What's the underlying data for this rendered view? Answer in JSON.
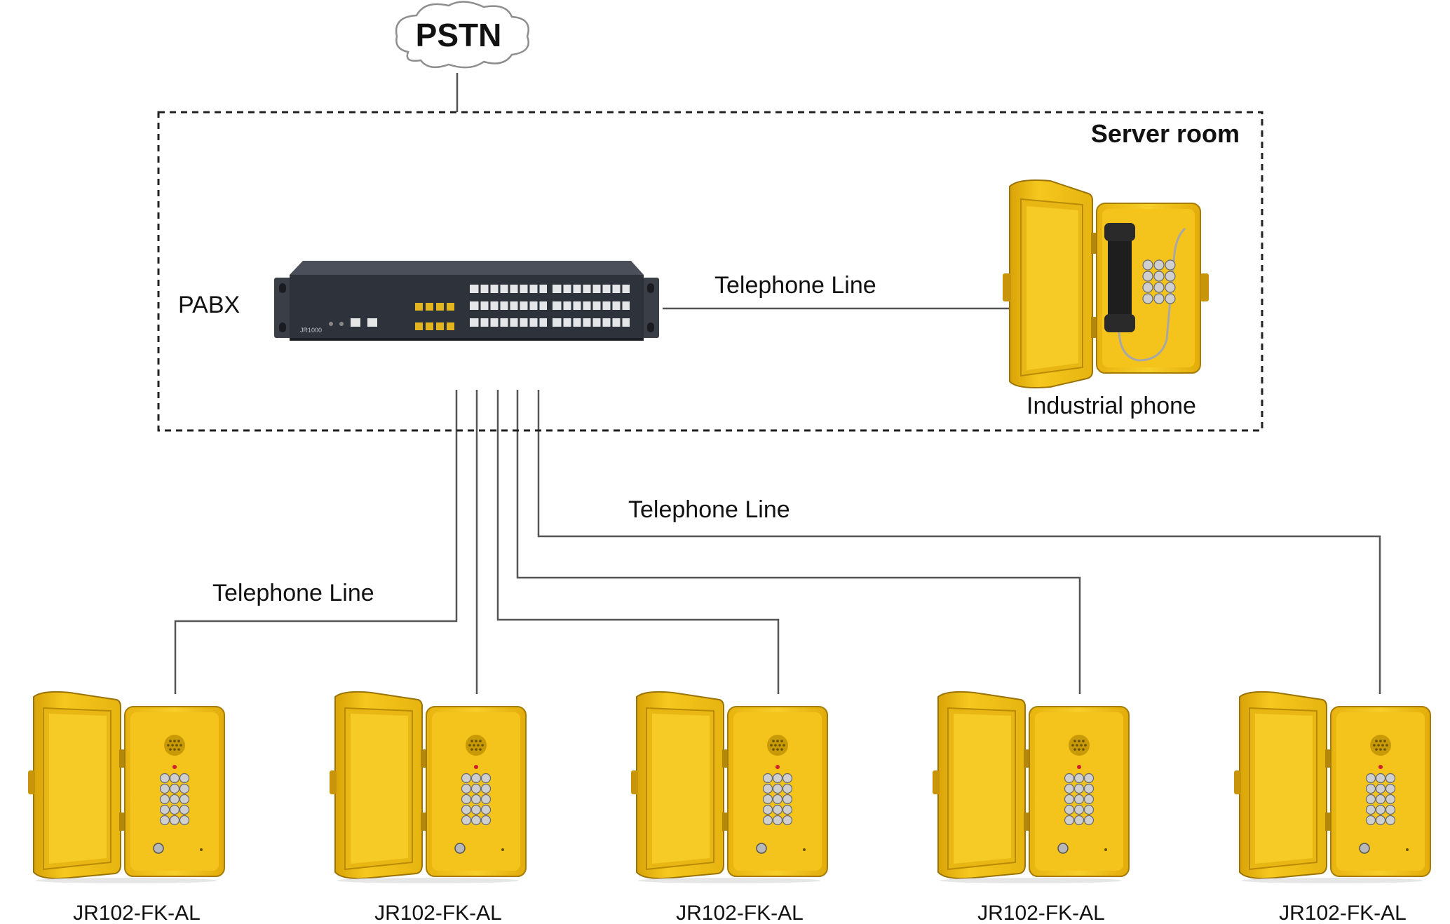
{
  "cloud": {
    "label": "PSTN"
  },
  "server_room": {
    "title": "Server room"
  },
  "pabx": {
    "label": "PABX",
    "model": "JR1000"
  },
  "industrial_phone": {
    "label": "Industrial phone"
  },
  "lines": {
    "pabx_to_industrial": "Telephone Line",
    "upper_fanout": "Telephone Line",
    "lower_fanout": "Telephone Line"
  },
  "phones": [
    {
      "model": "JR102-FK-AL"
    },
    {
      "model": "JR102-FK-AL"
    },
    {
      "model": "JR102-FK-AL"
    },
    {
      "model": "JR102-FK-AL"
    },
    {
      "model": "JR102-FK-AL"
    }
  ],
  "colors": {
    "phone_yellow": "#F2C21A",
    "phone_yellow_dark": "#C99A08",
    "pabx_body": "#2E323B",
    "line": "#555555"
  }
}
